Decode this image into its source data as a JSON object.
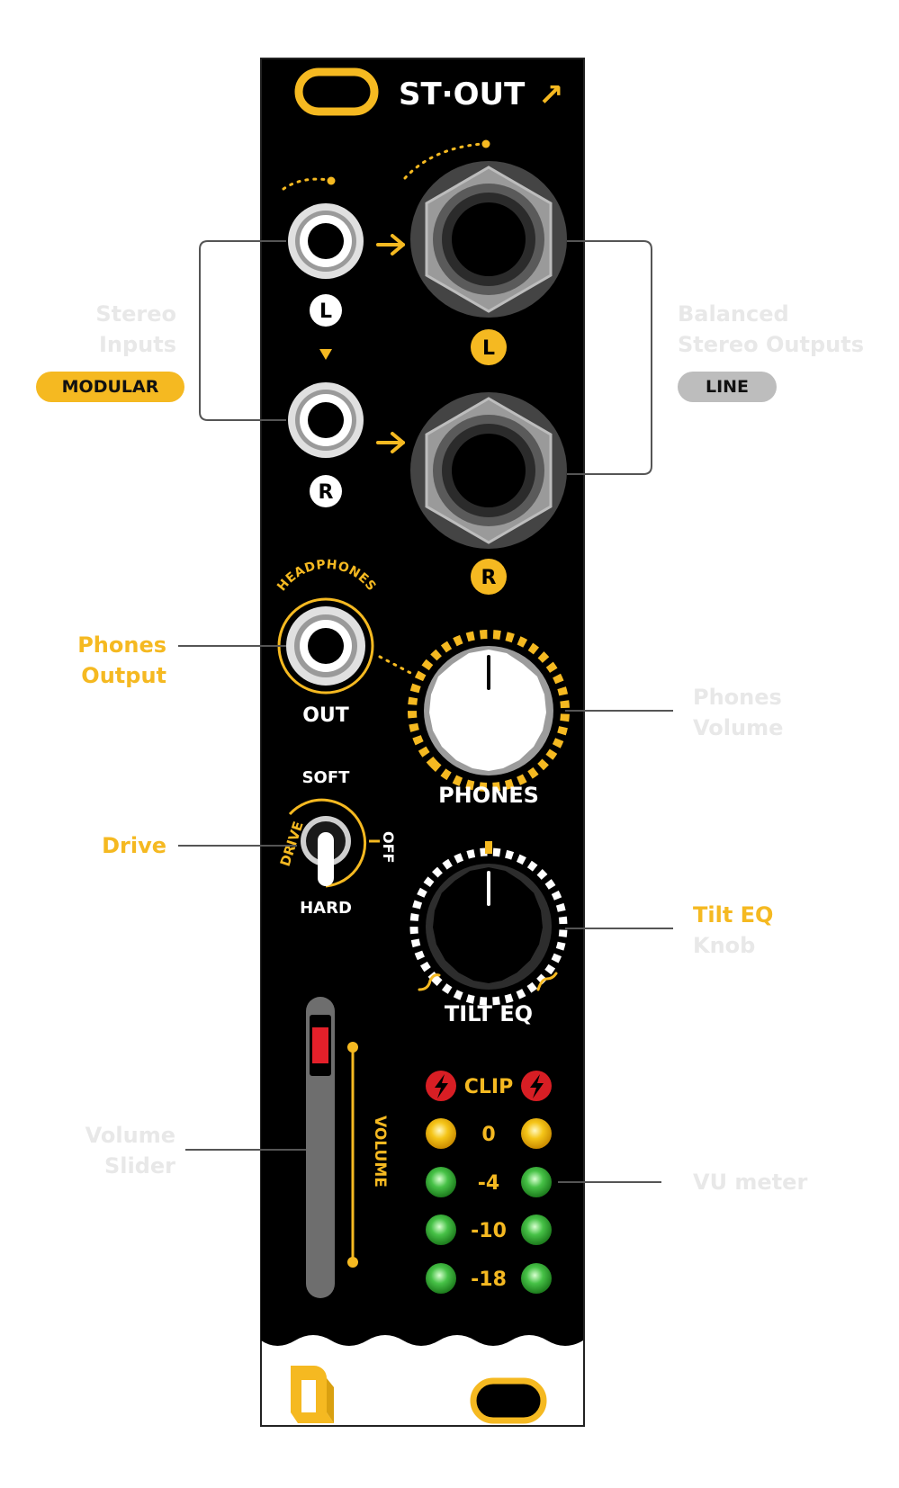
{
  "colors": {
    "panel": "#000000",
    "accent": "#f5b921",
    "faded_label": "#e8e8e8",
    "line_pill": "#bdbdbd",
    "clip_red": "#d81e24",
    "led_yellow": "#f5c518",
    "led_green": "#3db33d",
    "slider_red": "#e4202a"
  },
  "module": {
    "brand_title": "ST·OUT",
    "title_arrow": "↗",
    "input_left_badge": "L",
    "input_right_badge": "R",
    "output_left_badge": "L",
    "output_right_badge": "R",
    "headphones_arc_label": "HEADPHONES",
    "phones_out_label": "OUT",
    "phones_knob_label": "PHONES",
    "drive_top_label": "SOFT",
    "drive_bottom_label": "HARD",
    "drive_left_label": "DRIVE",
    "drive_right_label": "OFF",
    "tilt_eq_label": "TILT EQ",
    "volume_label": "VOLUME",
    "clip_label": "CLIP",
    "vu_levels": [
      "0",
      "-4",
      "-10",
      "-18"
    ]
  },
  "annotations": {
    "stereo_inputs": [
      "Stereo",
      "Inputs"
    ],
    "modular_pill": "MODULAR",
    "balanced_outputs": [
      "Balanced",
      "Stereo Outputs"
    ],
    "line_pill": "LINE",
    "phones_output": [
      "Phones",
      "Output"
    ],
    "phones_volume": [
      "Phones",
      "Volume"
    ],
    "drive": "Drive",
    "tilt_eq": [
      "Tilt EQ",
      "Knob"
    ],
    "volume_slider": [
      "Volume",
      "Slider"
    ],
    "vu_meter": "VU meter"
  },
  "icons": [
    "oval-logo-icon",
    "arrow-northeast-icon",
    "lightning-icon",
    "brand-logo-icon",
    "triangle-down-icon",
    "arrow-right-icon"
  ]
}
